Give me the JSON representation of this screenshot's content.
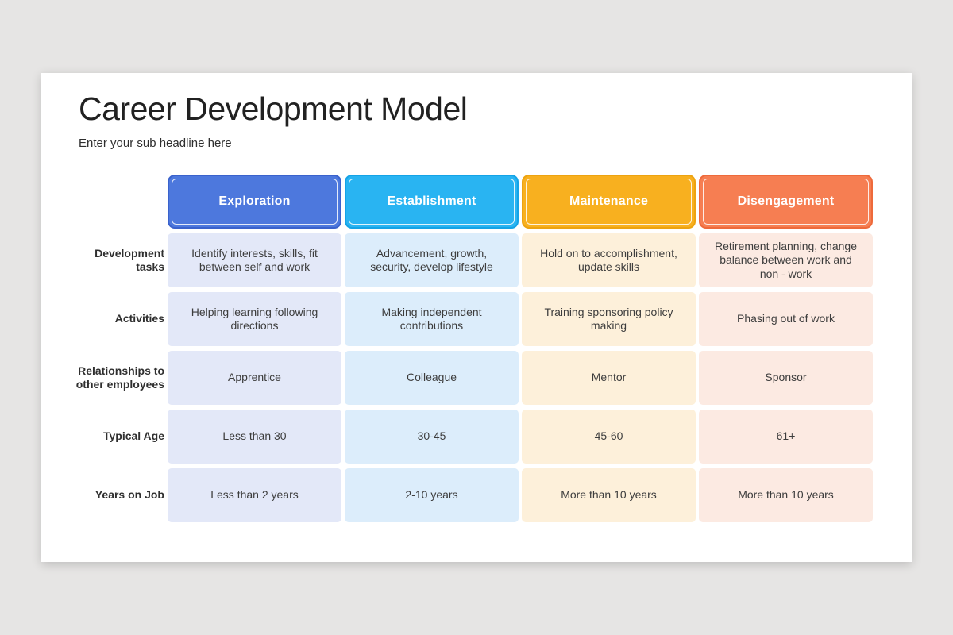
{
  "slide": {
    "title": "Career Development Model",
    "subtitle": "Enter your sub headline here",
    "background_color": "#e6e5e4",
    "card_color": "#ffffff"
  },
  "table": {
    "columns": [
      {
        "header": "Exploration",
        "header_fill": "#4d78dd",
        "header_border": "#3a62cc",
        "cell_fill": "#e3e8f8"
      },
      {
        "header": "Establishment",
        "header_fill": "#29b4f2",
        "header_border": "#14a3e6",
        "cell_fill": "#dcedfb"
      },
      {
        "header": "Maintenance",
        "header_fill": "#f8b01f",
        "header_border": "#eda310",
        "cell_fill": "#fdf0da"
      },
      {
        "header": "Disengagement",
        "header_fill": "#f67e52",
        "header_border": "#ee6a3b",
        "cell_fill": "#fceae2"
      }
    ],
    "rows": [
      {
        "label": "Development tasks",
        "cells": [
          "Identify interests, skills, fit between self and work",
          "Advancement, growth, security, develop lifestyle",
          "Hold on to accomplishment, update skills",
          "Retirement planning, change balance between work and non - work"
        ]
      },
      {
        "label": "Activities",
        "cells": [
          "Helping learning following directions",
          "Making independent contributions",
          "Training sponsoring policy making",
          "Phasing out of work"
        ]
      },
      {
        "label": "Relationships to other employees",
        "cells": [
          "Apprentice",
          "Colleague",
          "Mentor",
          "Sponsor"
        ]
      },
      {
        "label": "Typical Age",
        "cells": [
          "Less than 30",
          "30-45",
          "45-60",
          "61+"
        ]
      },
      {
        "label": "Years on Job",
        "cells": [
          "Less than 2 years",
          "2-10 years",
          "More than 10 years",
          "More than 10 years"
        ]
      }
    ]
  }
}
